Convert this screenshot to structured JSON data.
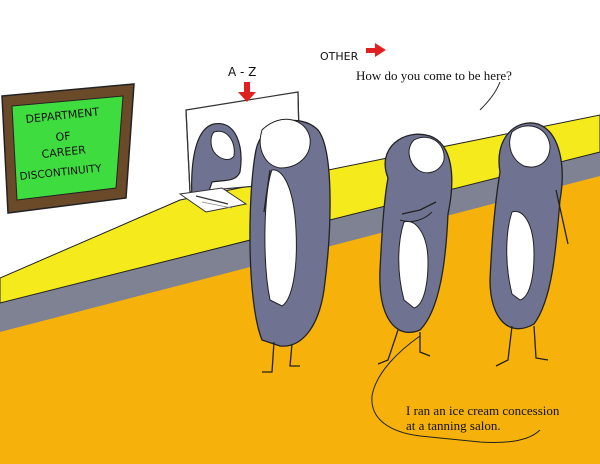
{
  "sign": {
    "line1": "DEPARTMENT",
    "line2": "OF",
    "line3": "CAREER",
    "line4": "DISCONTINUITY",
    "board_color": "#3fdc3f",
    "frame_color": "#6b4a2a"
  },
  "labels": {
    "a_z": "A - Z",
    "other": "OTHER"
  },
  "speech": {
    "question": "How do you come to be here?",
    "answer_line1": "I ran an ice cream concession",
    "answer_line2": "at a tanning salon."
  },
  "colors": {
    "counter_top": "#f5ea1c",
    "counter_front": "#f6b20a",
    "counter_stripe": "#7f8293",
    "character": "#6f7391",
    "arrow": "#e02020"
  }
}
